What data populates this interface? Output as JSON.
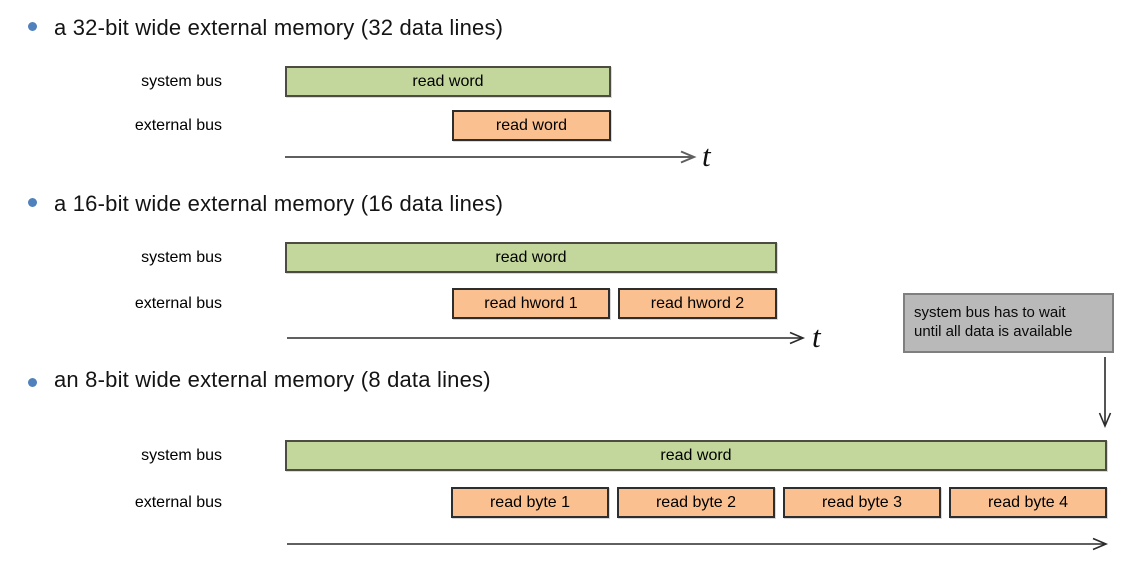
{
  "sections": [
    {
      "title": "a 32-bit wide external memory (32 data lines)",
      "system_bus_label": "system bus",
      "external_bus_label": "external bus",
      "system_bar_label": "read word",
      "external_bars": [
        "read word"
      ],
      "time_label": "t"
    },
    {
      "title": "a 16-bit wide external memory (16 data lines)",
      "system_bus_label": "system bus",
      "external_bus_label": "external bus",
      "system_bar_label": "read word",
      "external_bars": [
        "read hword 1",
        "read hword 2"
      ],
      "time_label": "t"
    },
    {
      "title": "an 8-bit wide external memory (8 data lines)",
      "system_bus_label": "system bus",
      "external_bus_label": "external bus",
      "system_bar_label": "read word",
      "external_bars": [
        "read byte 1",
        "read byte 2",
        "read byte 3",
        "read byte 4"
      ]
    }
  ],
  "note": {
    "line1": "system bus has to wait",
    "line2": "until all data is available"
  },
  "colors": {
    "bullet": "#4f81bd",
    "system_bar_fill": "#c3d69b",
    "system_bar_border": "#4c4c43",
    "external_bar_fill": "#fac090",
    "external_bar_border": "#2e2e2e",
    "note_fill": "#b9b9b9",
    "note_border": "#7f7f7f",
    "axis_arrow": "#2b2b2b",
    "axis_arrow_section1": "#5f5f5f"
  }
}
